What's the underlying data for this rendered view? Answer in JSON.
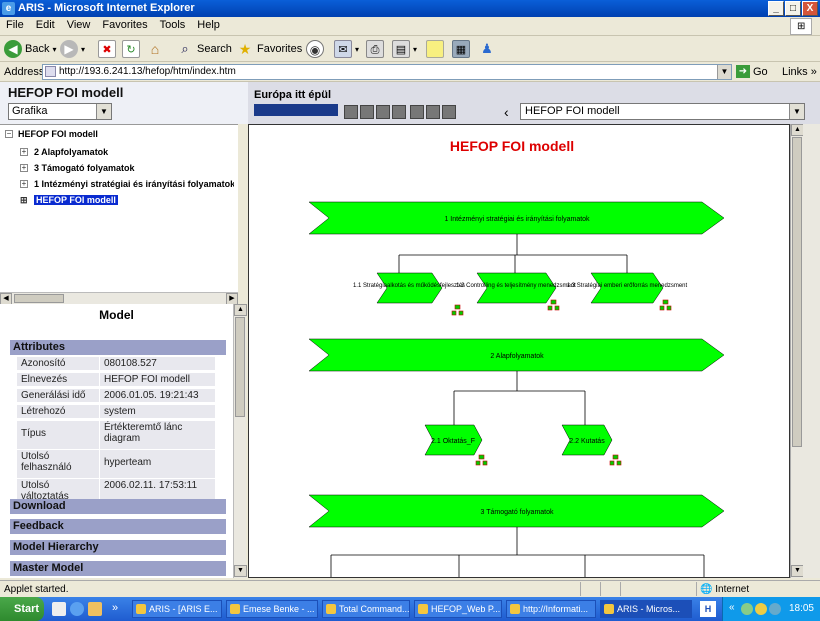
{
  "window": {
    "title": "ARIS - Microsoft Internet Explorer",
    "min": "_",
    "max": "□",
    "close": "X"
  },
  "menu": [
    "File",
    "Edit",
    "View",
    "Favorites",
    "Tools",
    "Help"
  ],
  "toolbar": {
    "back": "Back",
    "search": "Search",
    "favorites": "Favorites"
  },
  "address": {
    "label": "Address",
    "url": "http://193.6.241.13/hefop/htm/index.htm",
    "go": "Go",
    "links": "Links"
  },
  "app": {
    "title": "HEFOP FOI modell",
    "view_select": "Grafika",
    "eu_text": "Európa itt épül",
    "model_select": "HEFOP FOI modell"
  },
  "tree": {
    "root": "HEFOP FOI modell",
    "items": [
      "2 Alapfolyamatok",
      "3 Támogató folyamatok",
      "1 Intézményi stratégiai és irányítási folyamatok",
      "HEFOP FOI modell"
    ]
  },
  "model_panel": {
    "title": "Model",
    "attributes_label": "Attributes",
    "rows": [
      {
        "k": "Azonosító",
        "v": "080108.527"
      },
      {
        "k": "Elnevezés",
        "v": "HEFOP FOI modell"
      },
      {
        "k": "Generálási idő",
        "v": "2006.01.05. 19:21:43"
      },
      {
        "k": "Létrehozó",
        "v": "system"
      },
      {
        "k": "Típus",
        "v": "Értékteremtő lánc diagram"
      },
      {
        "k": "Utolsó felhasználó",
        "v": "hyperteam"
      },
      {
        "k": "Utolsó változtatás",
        "v": "2006.02.11. 17:53:11"
      }
    ],
    "sections": [
      "Download",
      "Feedback",
      "Model Hierarchy",
      "Master Model"
    ]
  },
  "diagram": {
    "title": "HEFOP FOI modell",
    "main1": "1 Intézményi stratégiai és irányítási folyamatok",
    "sub1": [
      "1.1 Stratégiaalkotás és működésfejlesztés",
      "1.2 Controlling és teljesítmény menedzsment",
      "1.3 Stratégiai emberi erőforrás menedzsment"
    ],
    "main2": "2 Alapfolyamatok",
    "sub2": [
      "2.1 Oktatás_F",
      "2.2 Kutatás"
    ],
    "main3": "3 Támogató folyamatok"
  },
  "status": {
    "message": "Applet started.",
    "zone": "Internet"
  },
  "taskbar": {
    "start": "Start",
    "tasks": [
      "ARIS - [ARIS E...",
      "Emese Benke - ...",
      "Total Command...",
      "HEFOP_Web P...",
      "http://Informati...",
      "ARIS - Micros..."
    ],
    "clock": "18:05"
  },
  "colors": {
    "diagram_green": "#00ff00",
    "diagram_title": "#dd0000",
    "selection": "#0a2bd0"
  }
}
